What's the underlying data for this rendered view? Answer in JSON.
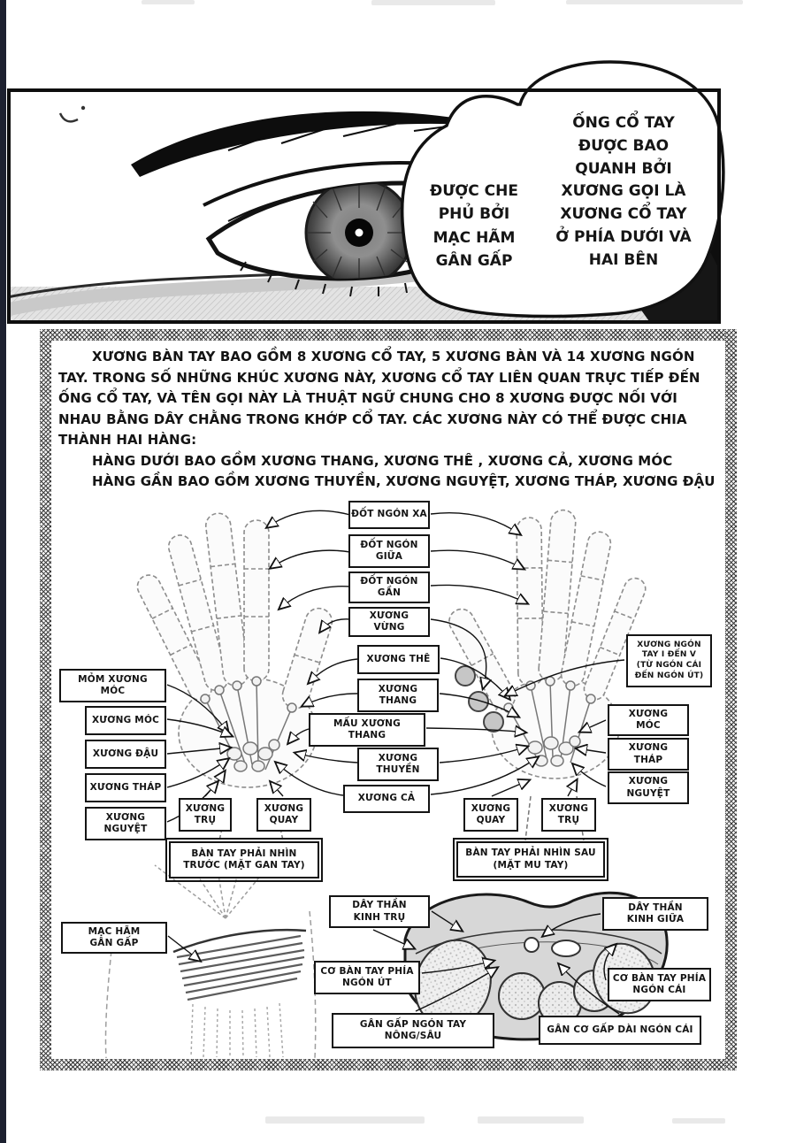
{
  "bubble": {
    "left_text": "ĐƯỢC CHE\nPHỦ BỞI\nMẠC HÃM\nGÂN GẤP",
    "right_text": "ỐNG CỔ TAY\nĐƯỢC BAO\nQUANH BỞI\nXƯƠNG GỌI LÀ\nXƯƠNG CỔ TAY\nỞ PHÍA DƯỚI VÀ\nHAI BÊN"
  },
  "info_panel": {
    "paragraph": [
      "XƯƠNG BÀN TAY BAO GỒM 8 XƯƠNG CỔ TAY, 5 XƯƠNG BÀN VÀ 14 XƯƠNG NGÓN",
      "TAY. TRONG SỐ NHỮNG KHÚC XƯƠNG NÀY, XƯƠNG CỔ TAY LIÊN QUAN TRỰC TIẾP ĐẾN",
      "ỐNG CỔ TAY, VÀ TÊN GỌI NÀY LÀ THUẬT NGỮ CHUNG CHO 8 XƯƠNG ĐƯỢC NỐI VỚI",
      "NHAU BẰNG DÂY CHẰNG TRONG KHỚP CỔ TAY. CÁC XƯƠNG NÀY CÓ THỂ ĐƯỢC CHIA",
      "THÀNH HAI HÀNG:",
      "HÀNG DƯỚI BAO GỒM XƯƠNG THANG, XƯƠNG THÊ , XƯƠNG CẢ, XƯƠNG MÓC",
      "HÀNG GẦN BAO GỒM XƯƠNG THUYỀN, XƯƠNG NGUYỆT, XƯƠNG THÁP, XƯƠNG ĐẬU"
    ]
  },
  "diagram": {
    "labels": [
      {
        "id": "dot-ngon-xa",
        "text": "ĐỐT NGÓN XA"
      },
      {
        "id": "dot-ngon-giua",
        "text": "ĐỐT NGÓN\nGIỮA"
      },
      {
        "id": "dot-ngon-gan",
        "text": "ĐỐT NGÓN\nGẦN"
      },
      {
        "id": "xuong-vung",
        "text": "XƯƠNG\nVỪNG"
      },
      {
        "id": "xuong-the",
        "text": "XƯƠNG THÊ"
      },
      {
        "id": "xuong-thang",
        "text": "XƯƠNG\nTHANG"
      },
      {
        "id": "mau-xuong-thang",
        "text": "MẤU XƯƠNG\nTHANG"
      },
      {
        "id": "xuong-thuyen",
        "text": "XƯƠNG\nTHUYỀN"
      },
      {
        "id": "xuong-ca",
        "text": "XƯƠNG CẢ"
      },
      {
        "id": "mom-xuong-moc",
        "text": "MỎM XƯƠNG\nMÓC"
      },
      {
        "id": "xuong-moc-left",
        "text": "XƯƠNG MÓC"
      },
      {
        "id": "xuong-dau-left",
        "text": "XƯƠNG ĐẬU"
      },
      {
        "id": "xuong-thap-left",
        "text": "XƯƠNG THÁP"
      },
      {
        "id": "xuong-nguyet-left",
        "text": "XƯƠNG\nNGUYỆT"
      },
      {
        "id": "xuong-tru-left",
        "text": "XƯƠNG\nTRỤ"
      },
      {
        "id": "xuong-quay-left",
        "text": "XƯƠNG\nQUAY"
      },
      {
        "id": "caption-palmar",
        "text": "BÀN TAY PHẢI NHÌN\nTRƯỚC (MẶT GAN TAY)"
      },
      {
        "id": "xuong-quay-right",
        "text": "XƯƠNG\nQUAY"
      },
      {
        "id": "xuong-tru-right",
        "text": "XƯƠNG\nTRỤ"
      },
      {
        "id": "caption-dorsal",
        "text": "BÀN TAY PHẢI NHÌN SAU\n(MẶT MU TAY)"
      },
      {
        "id": "xuong-ngon-i-v",
        "text": "XƯƠNG NGÓN\nTAY I ĐẾN V\n(TỪ NGÓN CÁI\nĐẾN NGÓN ÚT)"
      },
      {
        "id": "xuong-moc-right",
        "text": "XƯƠNG\nMÓC"
      },
      {
        "id": "xuong-thap-right",
        "text": "XƯƠNG\nTHÁP"
      },
      {
        "id": "xuong-nguyet-right",
        "text": "XƯƠNG\nNGUYỆT"
      },
      {
        "id": "day-than-kinh-tru",
        "text": "DÂY THẦN\nKINH TRỤ"
      },
      {
        "id": "day-than-kinh-giua",
        "text": "DÂY THẦN\nKINH GIỮA"
      },
      {
        "id": "mac-ham-gan-gap",
        "text": "MẠC HÃM\nGÂN GẤP"
      },
      {
        "id": "co-ban-tay-ngon-ut",
        "text": "CƠ BÀN TAY PHÍA\nNGÓN ÚT"
      },
      {
        "id": "co-ban-tay-ngon-cai",
        "text": "CƠ BÀN TAY PHÍA\nNGÓN CÁI"
      },
      {
        "id": "gan-gap-ngon-tay",
        "text": "GÂN GẤP NGÓN TAY\nNÔNG/SÂU"
      },
      {
        "id": "gan-co-gap-dai-ngon-cai",
        "text": "GÂN CƠ GẤP DÀI NGÓN CÁI"
      }
    ]
  },
  "colors": {
    "ink": "#141414",
    "sesamoid": "#c6c6c6",
    "section_fill": "#d7d7d7",
    "edge": "#1d2130"
  }
}
